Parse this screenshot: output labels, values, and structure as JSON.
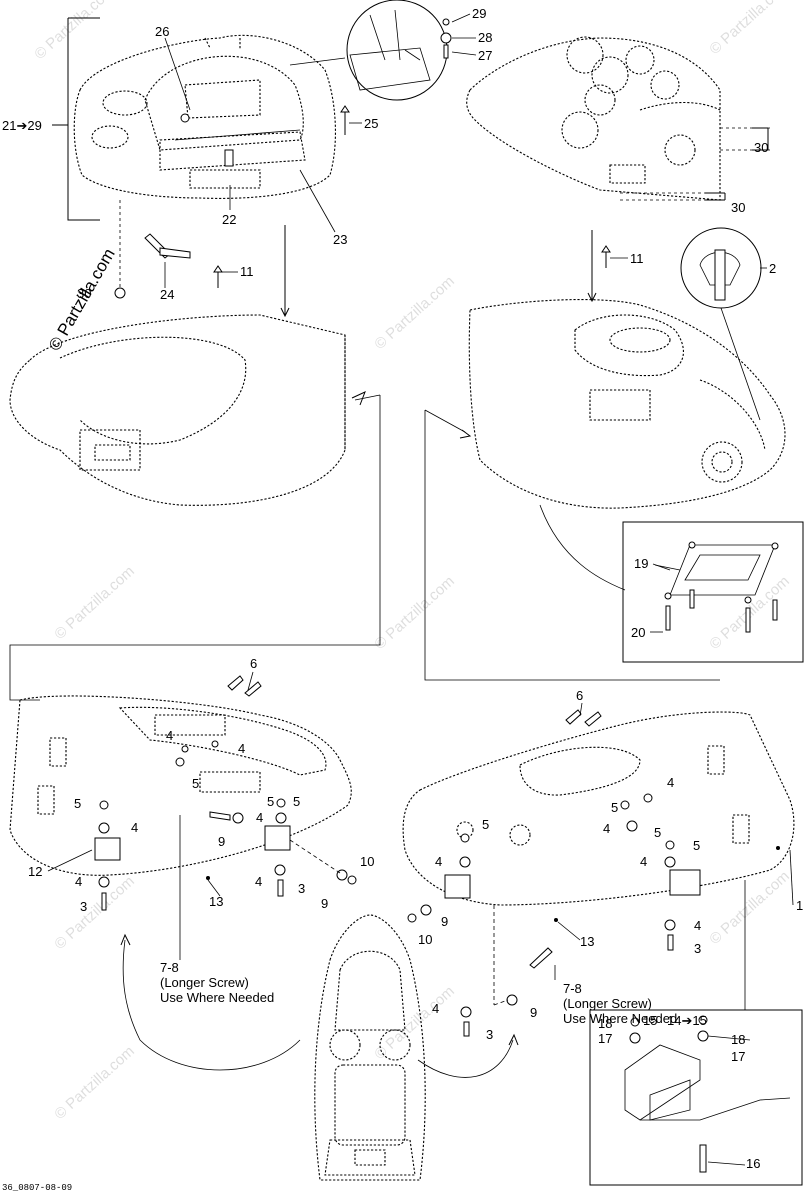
{
  "diagram": {
    "footer_code": "36_0807-08-09",
    "watermark_main": "© Partzilla.com",
    "watermark_repeat": "© Partzilla.com",
    "callouts": {
      "c1": "1",
      "c2": "2",
      "c3a": "3",
      "c3b": "3",
      "c3c": "3",
      "c3d": "3",
      "c4a": "4",
      "c4b": "4",
      "c4c": "4",
      "c4d": "4",
      "c4e": "4",
      "c4f": "4",
      "c4g": "4",
      "c4h": "4",
      "c4i": "4",
      "c4j": "4",
      "c5a": "5",
      "c5b": "5",
      "c5c": "5",
      "c5d": "5",
      "c5e": "5",
      "c5f": "5",
      "c5g": "5",
      "c5h": "5",
      "c6a": "6",
      "c6b": "6",
      "c9a": "9",
      "c9b": "9",
      "c9c": "9",
      "c9d": "9",
      "c10a": "10",
      "c10b": "10",
      "c11a": "11",
      "c11b": "11",
      "c12": "12",
      "c13a": "13",
      "c13b": "13",
      "c14": "14➔15",
      "c15": "15",
      "c16": "16",
      "c17a": "17",
      "c17b": "17",
      "c18a": "18",
      "c18b": "18",
      "c19": "19",
      "c20": "20",
      "c21": "21➔29",
      "c22": "22",
      "c23": "23",
      "c24": "24",
      "c25": "25",
      "c26": "26",
      "c27": "27",
      "c28": "28",
      "c29": "29",
      "c30a": "30",
      "c30b": "30",
      "c30c": "30"
    },
    "notes": {
      "left": {
        "line1": "7-8",
        "line2": "(Longer Screw)",
        "line3": "Use Where Needed"
      },
      "right": {
        "line1": "7-8",
        "line2": "(Longer Screw)",
        "line3": "Use Where Needed"
      }
    }
  }
}
